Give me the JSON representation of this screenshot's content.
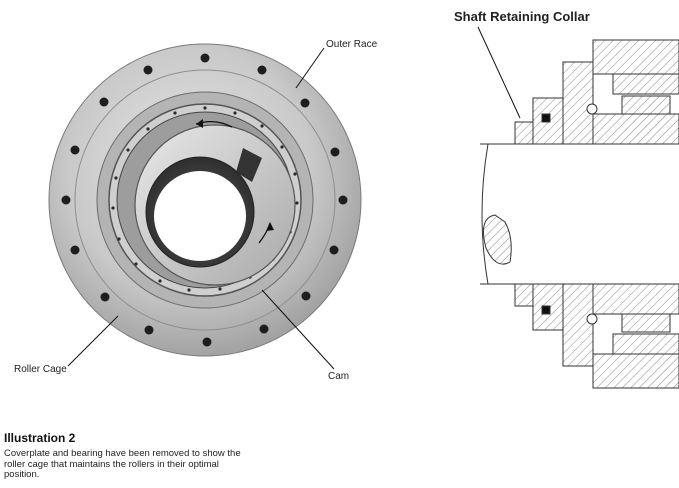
{
  "labels": {
    "outer_race": "Outer Race",
    "roller_cage": "Roller Cage",
    "cam": "Cam",
    "shaft_collar": "Shaft Retaining Collar"
  },
  "caption": {
    "title": "Illustration 2",
    "body": "Coverplate and bearing have been removed to show the roller cage that maintains the rollers in their optimal position."
  }
}
